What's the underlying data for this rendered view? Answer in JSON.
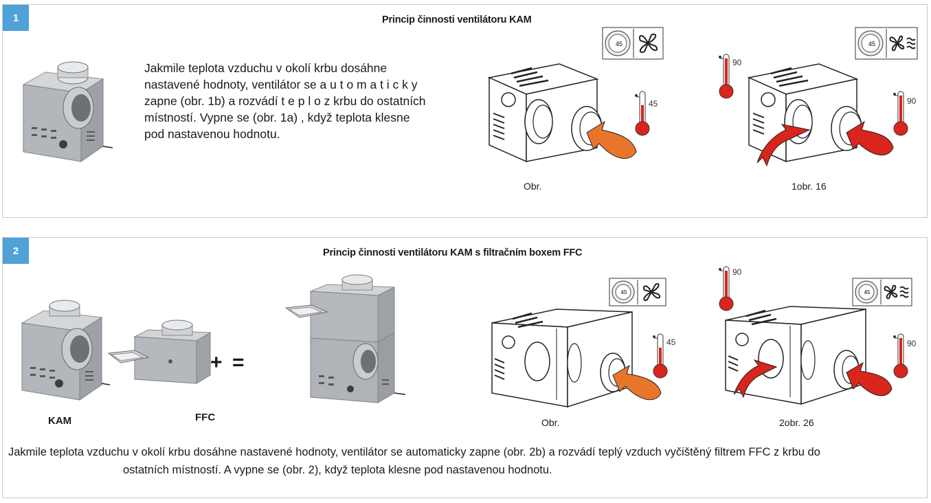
{
  "section1": {
    "number": "1",
    "title": "Princip činnosti ventilátoru KAM",
    "paragraph_lines": [
      "Jakmile teplota vzduchu v okolí krbu dosáhne",
      "nastavené hodnoty, ventilátor se a u t o m a t i c k y",
      "zapne (obr. 1b) a rozvádí t e p l o  z krbu do ostatních",
      "místností. Vypne se (obr. 1a) ,   když teplota klesne",
      "pod nastavenou hodnotu."
    ],
    "caption_a": "Obr.",
    "caption_b": "1obr. 16",
    "thermo_a": "45",
    "thermo_b_left": "90",
    "thermo_b_right": "90",
    "dial_a": "45",
    "dial_b": "45"
  },
  "section2": {
    "number": "2",
    "title": "Princip činnosti ventilátoru KAM s filtračním boxem FFC",
    "label_kam": "KAM",
    "label_ffc": "FFC",
    "plus": "+",
    "equals": "=",
    "caption_a": "Obr.",
    "caption_b": "2obr. 26",
    "thermo_a": "45",
    "thermo_b_left": "90",
    "thermo_b_right": "90",
    "dial_a": "45",
    "dial_b": "45",
    "paragraph_line1": "Jakmile teplota vzduchu v okolí krbu dosáhne nastavené hodnoty, ventilátor se automaticky zapne (obr. 2b) a rozvádí teplý vzduch vyčištěný filtrem FFC z krbu do",
    "paragraph_line2": "ostatních místností. A vypne se (obr. 2), když teplota klesne pod nastavenou hodnotu."
  },
  "colors": {
    "badge": "#4ea2d8",
    "orange_arrow": "#e8762a",
    "red_arrow": "#d9251c",
    "metal": "#b8bcc0"
  },
  "icons": [
    "thermostat-dial-icon",
    "fan-icon",
    "fan-airflow-icon",
    "thermometer-icon"
  ]
}
